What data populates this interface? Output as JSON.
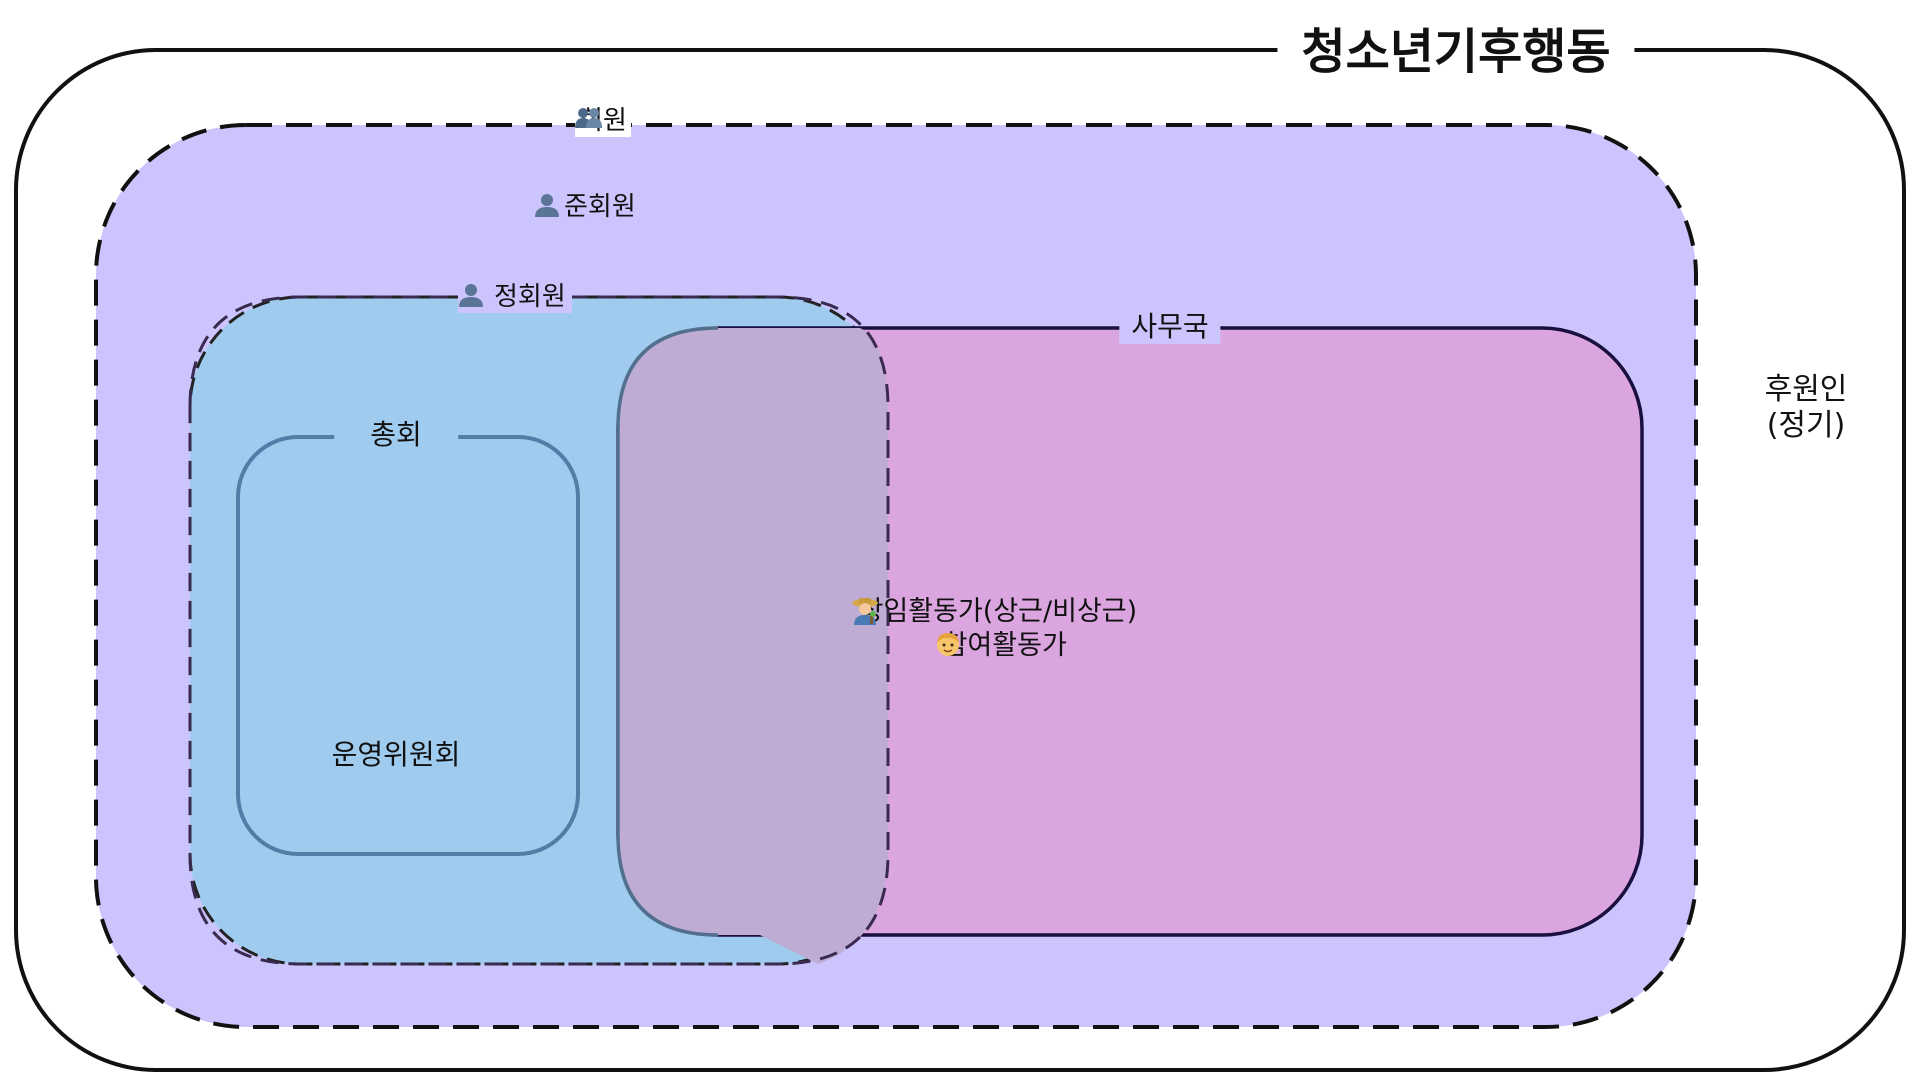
{
  "diagram": {
    "title": "청소년기후행동",
    "members": {
      "label": "회원",
      "icon": "people-icon",
      "associate_label": "준회원",
      "associate_icon": "person-icon",
      "regular_label": "정회원",
      "regular_icon": "person-icon"
    },
    "general_assembly": {
      "label": "총회",
      "committee_label": "운영위원회"
    },
    "secretariat": {
      "label": "사무국",
      "fulltime_activist": "상임활동가(상근/비상근)",
      "fulltime_icon": "farmer-emoji-icon",
      "participating_activist": "참여활동가",
      "participating_icon": "person-face-emoji-icon"
    },
    "sponsor": {
      "line1": "후원인",
      "line2": "(정기)"
    },
    "colors": {
      "members_fill": "#ccc5fd",
      "regular_fill": "#9fcbee",
      "secretariat_fill": "#dba6df",
      "overlap_fill": "#bfacd5",
      "committee_stroke": "#4f7fa6",
      "border": "#111111"
    }
  }
}
